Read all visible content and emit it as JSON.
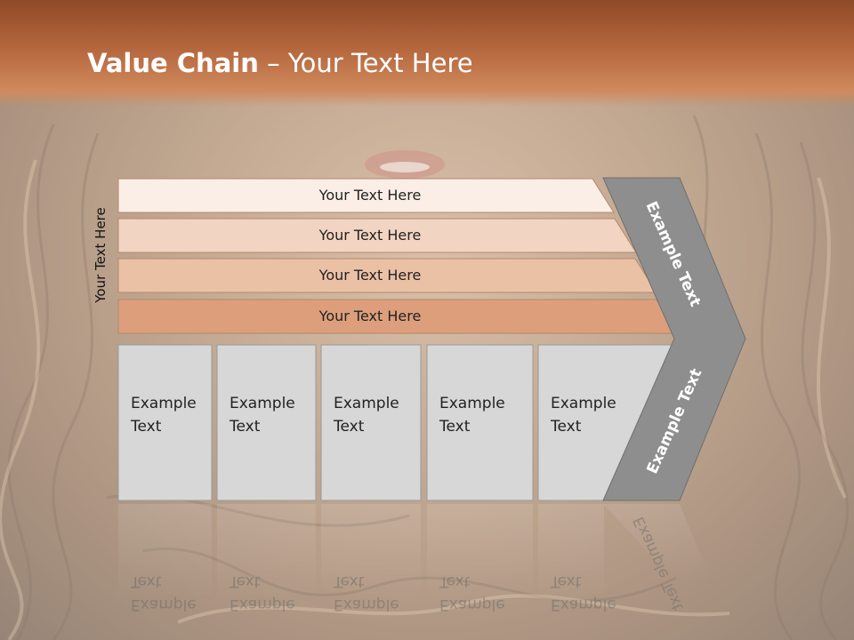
{
  "title": {
    "bold": "Value Chain",
    "rest": " – Your Text Here"
  },
  "side_label": "Your Text Here",
  "rows": [
    {
      "label": "Your Text Here",
      "color": "#fbeee6"
    },
    {
      "label": "Your Text Here",
      "color": "#f2d4c2"
    },
    {
      "label": "Your Text Here",
      "color": "#ebc1a6"
    },
    {
      "label": "Your Text Here",
      "color": "#dd9f7b"
    }
  ],
  "boxes": [
    {
      "line1": "Example",
      "line2": "Text"
    },
    {
      "line1": "Example",
      "line2": "Text"
    },
    {
      "line1": "Example",
      "line2": "Text"
    },
    {
      "line1": "Example",
      "line2": "Text"
    },
    {
      "line1": "Example",
      "line2": "Text"
    }
  ],
  "arrow": {
    "upper_label": "Example Text",
    "lower_label": "Example Text",
    "color": "#8e8e8e"
  },
  "colors": {
    "title_bar": "#b86a40",
    "box_fill": "#d7d7d7"
  }
}
